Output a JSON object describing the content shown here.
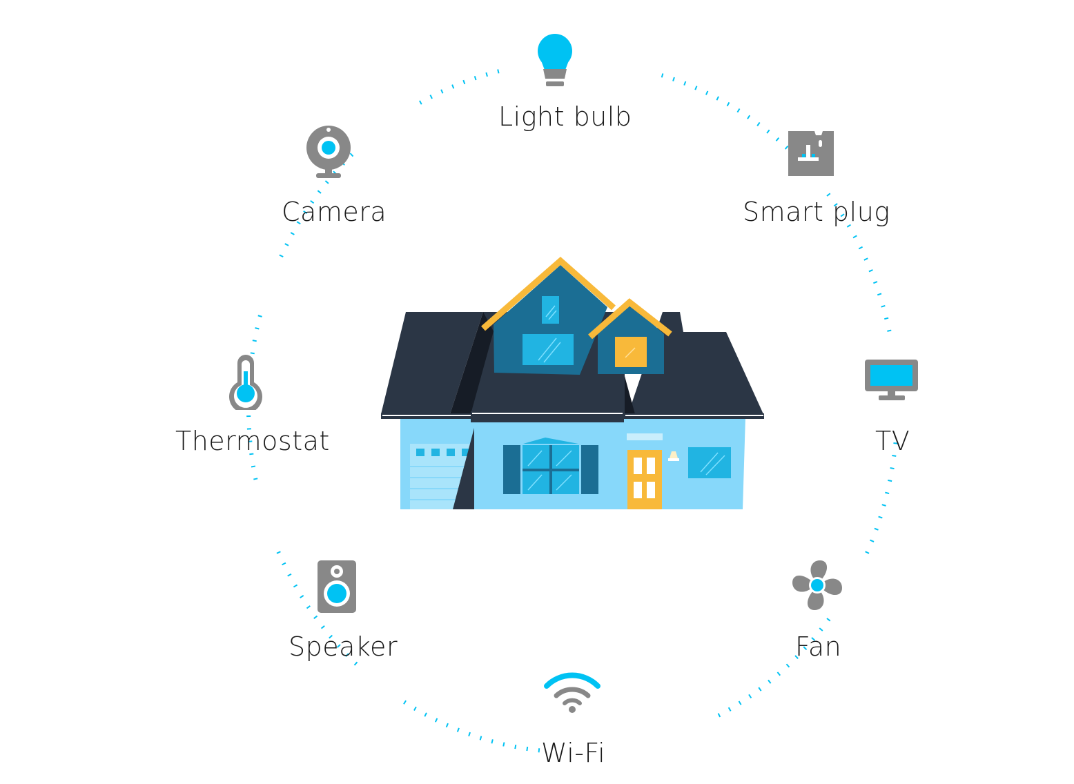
{
  "colors": {
    "accent": "#00C2F3",
    "icon_gray": "#888888",
    "roof_dark": "#2B3645",
    "gable_blue": "#1B6E94",
    "wall_light": "#87D8FA",
    "window_blue": "#21B4E2",
    "trim_yellow": "#F8B93A"
  },
  "devices": [
    {
      "label": "Light bulb",
      "icon": "light-bulb-icon"
    },
    {
      "label": "Smart plug",
      "icon": "smart-plug-icon"
    },
    {
      "label": "TV",
      "icon": "tv-icon"
    },
    {
      "label": "Fan",
      "icon": "fan-icon"
    },
    {
      "label": "Wi-Fi",
      "icon": "wifi-icon"
    },
    {
      "label": "Speaker",
      "icon": "speaker-icon"
    },
    {
      "label": "Thermostat",
      "icon": "thermostat-icon"
    },
    {
      "label": "Camera",
      "icon": "camera-icon"
    }
  ],
  "center": {
    "icon": "house-icon"
  }
}
